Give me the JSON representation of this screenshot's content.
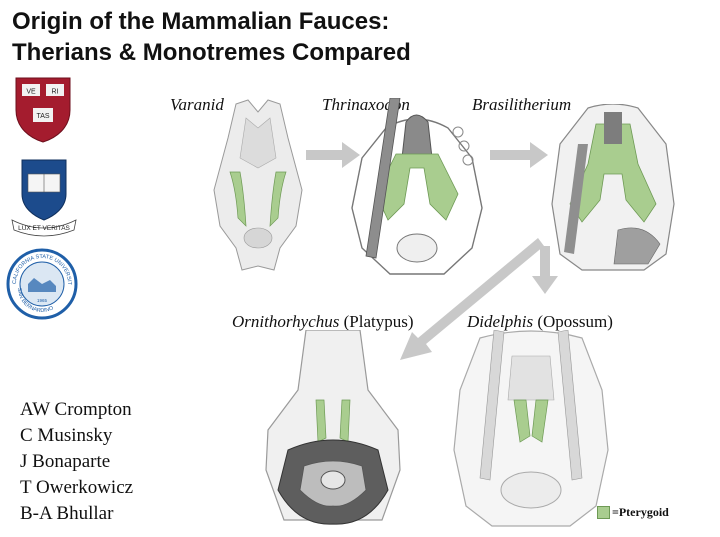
{
  "title": {
    "line1": "Origin of the Mammalian Fauces:",
    "line2": "Therians & Monotremes Compared"
  },
  "logos": {
    "harvard": {
      "shield_text_1": "VE",
      "shield_text_2": "RI",
      "shield_text_3": "TAS"
    },
    "yale": {
      "banner_text": "LUX ET VERITAS"
    },
    "csusb": {
      "ring_text": "CALIFORNIA STATE UNIVERSITY",
      "ring_text_bottom": "SAN BERNARDINO",
      "year": "1965"
    }
  },
  "specimens": [
    {
      "genus": "Varanid",
      "common": ""
    },
    {
      "genus": "Thrinaxodon",
      "common": ""
    },
    {
      "genus": "Brasilitherium",
      "common": ""
    },
    {
      "genus": "Ornithorhychus",
      "common": "(Platypus)"
    },
    {
      "genus": "Didelphis",
      "common": "(Opossum)"
    }
  ],
  "authors": [
    "AW Crompton",
    "C Musinsky",
    "J Bonaparte",
    "T Owerkowicz",
    "B-A Bhullar"
  ],
  "legend": {
    "label": "=Pterygoid",
    "color": "#a9cd8f"
  },
  "colors": {
    "bone": "#e9e9e9",
    "bone_outline": "#9a9a9a",
    "pterygoid": "#a9cd8f",
    "arrow": "#c8c8c8"
  }
}
